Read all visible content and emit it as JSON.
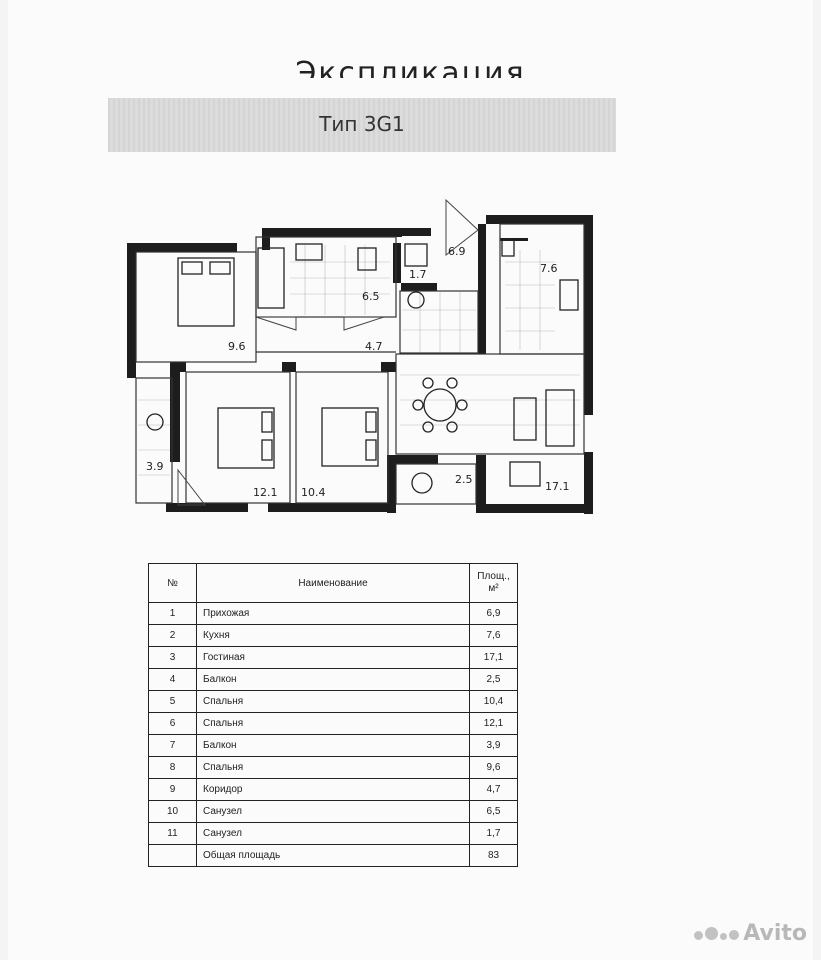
{
  "header": {
    "title": "Экспликация",
    "type_label": "Тип 3G1"
  },
  "plan": {
    "room_areas": [
      "6.9",
      "1.7",
      "6.5",
      "7.6",
      "9.6",
      "4.7",
      "3.9",
      "12.1",
      "10.4",
      "2.5",
      "17.1"
    ]
  },
  "table": {
    "headers": {
      "no": "№",
      "name": "Наименование",
      "area_line1": "Площ.,",
      "area_line2": "м²"
    },
    "rows": [
      {
        "no": "1",
        "name": "Прихожая",
        "area": "6,9"
      },
      {
        "no": "2",
        "name": "Кухня",
        "area": "7,6"
      },
      {
        "no": "3",
        "name": "Гостиная",
        "area": "17,1"
      },
      {
        "no": "4",
        "name": "Балкон",
        "area": "2,5"
      },
      {
        "no": "5",
        "name": "Спальня",
        "area": "10,4"
      },
      {
        "no": "6",
        "name": "Спальня",
        "area": "12,1"
      },
      {
        "no": "7",
        "name": "Балкон",
        "area": "3,9"
      },
      {
        "no": "8",
        "name": "Спальня",
        "area": "9,6"
      },
      {
        "no": "9",
        "name": "Коридор",
        "area": "4,7"
      },
      {
        "no": "10",
        "name": "Санузел",
        "area": "6,5"
      },
      {
        "no": "11",
        "name": "Санузел",
        "area": "1,7"
      },
      {
        "no": "",
        "name": "Общая площадь",
        "area": "83"
      }
    ]
  },
  "watermark": {
    "text": "Avito"
  }
}
